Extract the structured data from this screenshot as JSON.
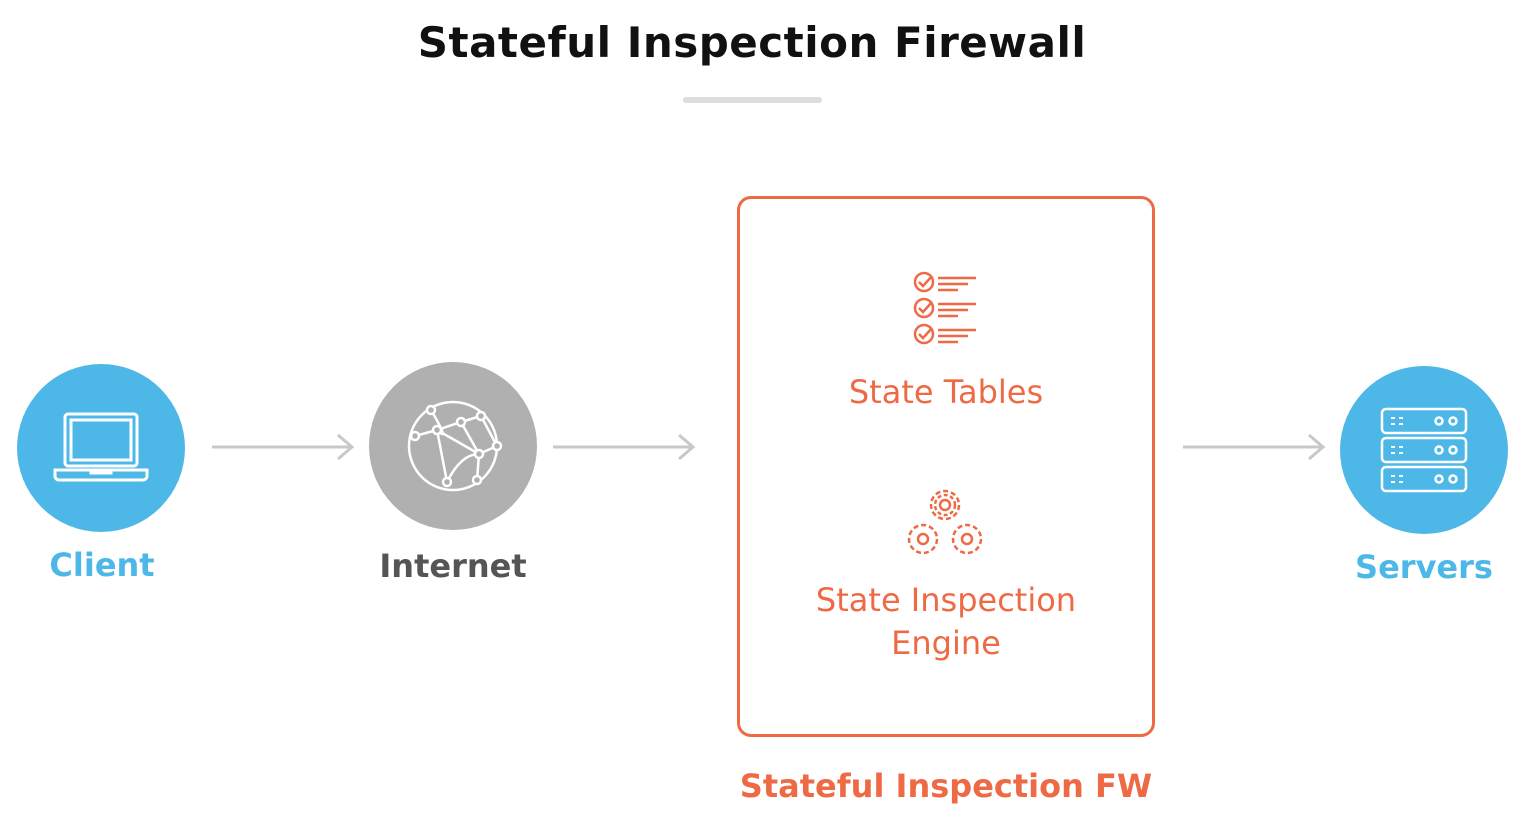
{
  "title": "Stateful Inspection Firewall",
  "colors": {
    "blue": "#4db8e8",
    "grey": "#b0b0b0",
    "orange": "#ee6a45",
    "arrow": "#c8c8c8"
  },
  "nodes": {
    "client": {
      "label": "Client",
      "icon": "laptop-icon"
    },
    "internet": {
      "label": "Internet",
      "icon": "globe-network-icon"
    },
    "servers": {
      "label": "Servers",
      "icon": "server-rack-icon"
    }
  },
  "firewall": {
    "label": "Stateful Inspection FW",
    "state_tables": {
      "label": "State Tables",
      "icon": "checklist-icon"
    },
    "engine": {
      "label_line1": "State Inspection",
      "label_line2": "Engine",
      "icon": "gears-icon"
    }
  }
}
